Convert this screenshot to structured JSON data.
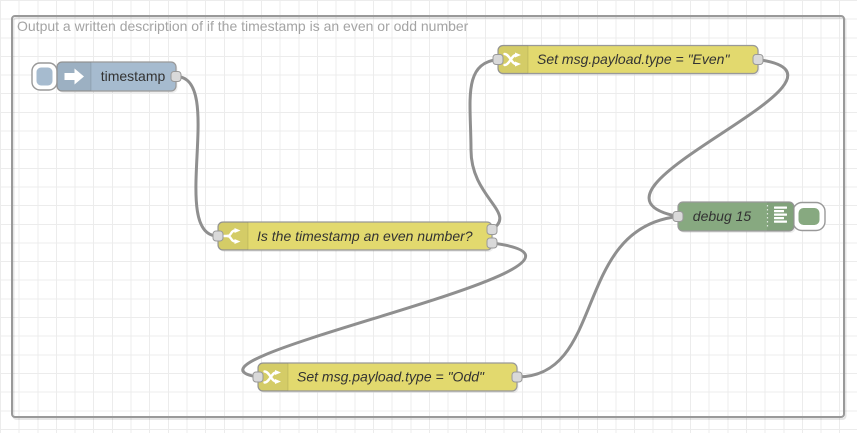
{
  "group": {
    "label": "Output a written description of if the timestamp is an even or odd number",
    "border_color": "#999999",
    "label_color": "#a4a4a4"
  },
  "nodes": {
    "inject": {
      "label": "timestamp",
      "color": "#a6bbcf",
      "type": "inject"
    },
    "switch": {
      "label": "Is the timestamp an even number?",
      "color": "#e2d96e",
      "type": "switch",
      "outputs": 2
    },
    "change_even": {
      "label": "Set msg.payload.type = \"Even\"",
      "color": "#e2d96e",
      "type": "change"
    },
    "change_odd": {
      "label": "Set msg.payload.type = \"Odd\"",
      "color": "#e2d96e",
      "type": "change"
    },
    "debug": {
      "label": "debug 15",
      "color": "#87a980",
      "type": "debug"
    }
  },
  "icons": {
    "inject": "inject-arrow-icon",
    "switch": "switch-fork-icon",
    "change": "change-shuffle-icon",
    "debug": "debug-list-icon"
  },
  "wires": {
    "color": "#8f8f8f"
  },
  "ports": {
    "fill": "#d9d9d9",
    "stroke": "#999999"
  },
  "label_color": "#333333"
}
